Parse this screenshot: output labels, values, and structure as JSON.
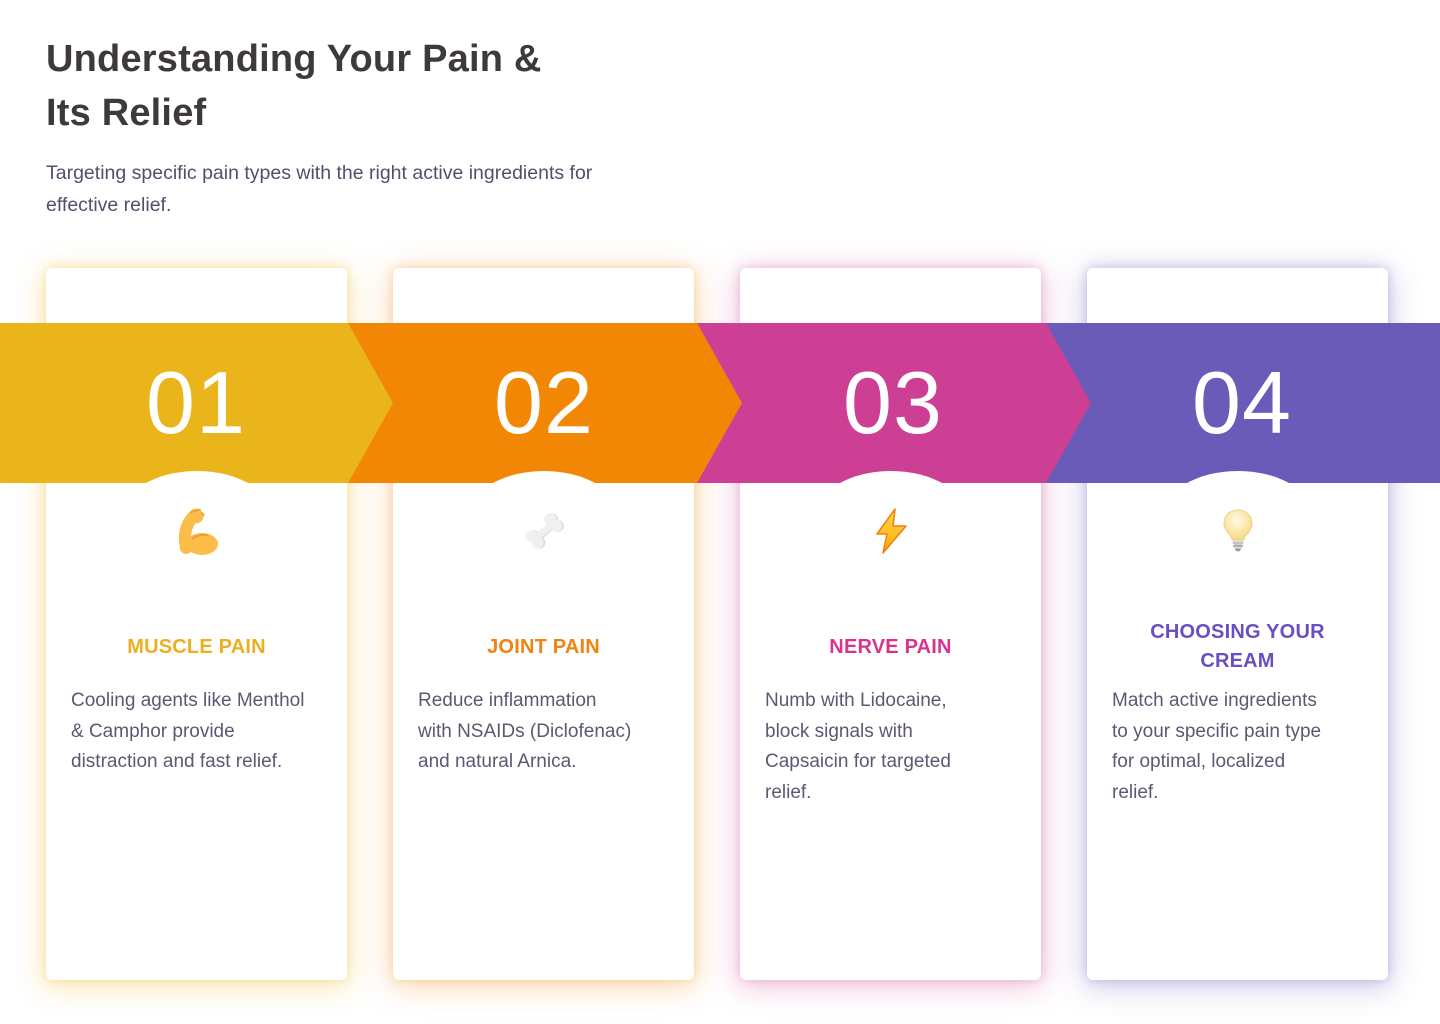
{
  "page": {
    "title": "Understanding Your Pain &\nIts Relief",
    "subtitle": "Targeting specific pain types with the right active ingredients for\neffective relief.",
    "background": "#FFFFFF",
    "title_color": "#3E3A39",
    "subtitle_color": "#51506C",
    "body_text_color": "#5B5971"
  },
  "steps": [
    {
      "number": "01",
      "label": "MUSCLE PAIN",
      "description": "Cooling agents like Menthol\n& Camphor provide\ndistraction and fast relief.",
      "icon": "muscle-icon",
      "band_color": "#EAB51B",
      "accent_color": "#EBB020",
      "glow_color": "rgba(234,181,27,0.30)",
      "number_color": "#FFFFFF"
    },
    {
      "number": "02",
      "label": "JOINT PAIN",
      "description": "Reduce inflammation\nwith NSAIDs (Diclofenac)\nand natural Arnica.",
      "icon": "bone-icon",
      "band_color": "#F28705",
      "accent_color": "#F08312",
      "glow_color": "rgba(242,135,5,0.28)",
      "number_color": "#FFFFFF"
    },
    {
      "number": "03",
      "label": "NERVE PAIN",
      "description": "Numb with Lidocaine,\nblock signals with\nCapsaicin for targeted\nrelief.",
      "icon": "lightning-icon",
      "band_color": "#CD3F94",
      "accent_color": "#D8348E",
      "glow_color": "rgba(205,63,148,0.28)",
      "number_color": "#FFFFFF"
    },
    {
      "number": "04",
      "label": "CHOOSING YOUR\nCREAM",
      "description": "Match active ingredients\nto your specific pain type\nfor optimal, localized\nrelief.",
      "icon": "bulb-icon",
      "band_color": "#6A5BB8",
      "accent_color": "#6A4EC4",
      "glow_color": "rgba(106,91,184,0.30)",
      "number_color": "#FFFFFF"
    }
  ]
}
